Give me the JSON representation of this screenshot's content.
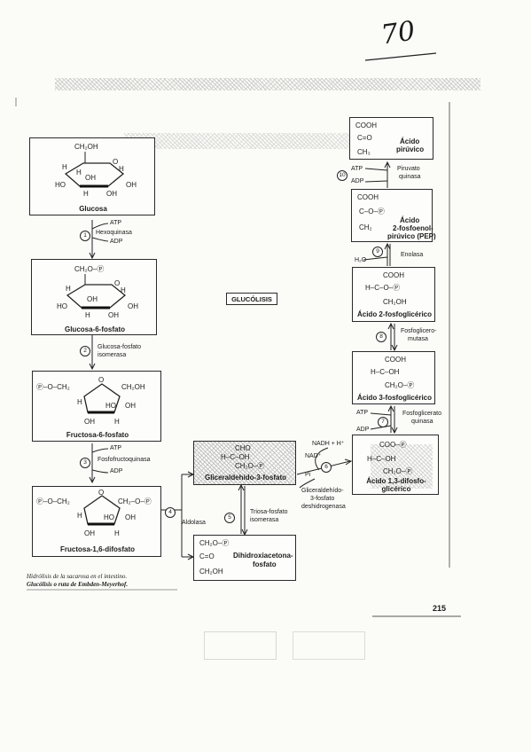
{
  "handwritten_number": "70",
  "center_label": "GLUCÓLISIS",
  "page_number": "215",
  "caption_line1": "Hidrólisis de la sacarosa en el intestino.",
  "caption_line2": "Glucólisis o ruta de Embden-Meyerhof.",
  "left_column": {
    "glucosa": {
      "name": "Glucosa",
      "top": "CH₂OH"
    },
    "step1": {
      "number": "1",
      "enzyme": "Hexoquinasa",
      "in": "ATP",
      "out": "ADP"
    },
    "g6p": {
      "name": "Glucosa-6-fosfato",
      "top": "CH₂O–Ⓟ"
    },
    "step2": {
      "number": "2",
      "enzyme_line1": "Glucosa-fosfato",
      "enzyme_line2": "isomerasa"
    },
    "f6p": {
      "name": "Fructosa-6-fosfato",
      "left": "Ⓟ–O–CH₂",
      "right": "CH₂OH"
    },
    "step3": {
      "number": "3",
      "enzyme": "Fosfofructoquinasa",
      "in": "ATP",
      "out": "ADP"
    },
    "f16bp": {
      "name": "Fructosa-1,6-difosfato",
      "left": "Ⓟ–O–CH₂",
      "right": "CH₂–O–Ⓟ"
    }
  },
  "middle": {
    "step4": {
      "number": "4",
      "enzyme": "Aldolasa"
    },
    "gap": {
      "name": "Gliceraldehído-3-fosfato",
      "l1": "CHO",
      "l2": "H–C–OH",
      "l3": "CH₂O–Ⓟ"
    },
    "step5": {
      "number": "5",
      "enzyme_line1": "Triosa-fosfato",
      "enzyme_line2": "isomerasa"
    },
    "dhap": {
      "name_line1": "Dihidroxiacetona-",
      "name_line2": "fosfato",
      "l1": "CH₂O–Ⓟ",
      "l2": "C=O",
      "l3": "CH₂OH"
    },
    "step6": {
      "number": "6",
      "enzyme_line1": "Gliceraldehído-",
      "enzyme_line2": "3-fosfato",
      "enzyme_line3": "deshidrogenasa",
      "in": "NADH + H⁺",
      "out": "NAD⁺",
      "pi": "Pi"
    }
  },
  "right_column": {
    "piruvico": {
      "name_line1": "Ácido",
      "name_line2": "pirúvico",
      "l1": "COOH",
      "l2": "C=O",
      "l3": "CH₃"
    },
    "step10": {
      "number": "10",
      "enzyme_line1": "Piruvato",
      "enzyme_line2": "quinasa",
      "in": "ATP",
      "out": "ADP"
    },
    "pep": {
      "name_line1": "Ácido",
      "name_line2": "2-fosfoenol-",
      "name_line3": "pirúvico (PEP)",
      "l1": "COOH",
      "l2": "C–O–Ⓟ",
      "l3": "CH₂"
    },
    "step9": {
      "number": "9",
      "enzyme": "Enolasa",
      "water": "H₂O"
    },
    "pga2": {
      "name": "Ácido 2-fosfoglicérico",
      "l1": "COOH",
      "l2": "H–C–O–Ⓟ",
      "l3": "CH₂OH"
    },
    "step8": {
      "number": "8",
      "enzyme_line1": "Fosfoglicero-",
      "enzyme_line2": "mutasa"
    },
    "pga3": {
      "name": "Ácido 3-fosfoglicérico",
      "l1": "COOH",
      "l2": "H–C–OH",
      "l3": "CH₂O–Ⓟ"
    },
    "step7": {
      "number": "7",
      "enzyme_line1": "Fosfoglicerato",
      "enzyme_line2": "quinasa",
      "in": "ATP",
      "out": "ADP"
    },
    "bpg": {
      "name_line1": "Ácido 1,3-difosfo-",
      "name_line2": "glicérico",
      "l1": "COO–Ⓟ",
      "l2": "H–C–OH",
      "l3": "CH₂O–Ⓟ"
    }
  },
  "ring_labels": {
    "h": "H",
    "oh": "OH",
    "ho": "HO",
    "o": "O"
  }
}
